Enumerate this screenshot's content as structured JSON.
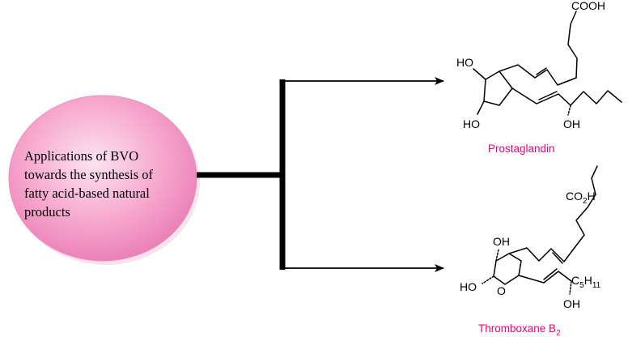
{
  "ellipse_text": {
    "line1": "Applications of BVO",
    "line2": "towards the synthesis of",
    "line3": "fatty acid-based natural",
    "line4": "products"
  },
  "molecule_top": {
    "name": "Prostaglandin",
    "label_cooh": "COOH",
    "label_ho_top": "HO",
    "label_ho_bottom": "HO",
    "label_oh": "OH"
  },
  "molecule_bottom": {
    "name": "Thromboxane B",
    "name_sub": "2",
    "label_co2h": "CO",
    "label_co2h_sub": "2",
    "label_co2h_tail": "H",
    "label_oh_top": "OH",
    "label_ho": "HO",
    "label_o": "O",
    "label_c5": "C",
    "label_c5_sub": "5",
    "label_c5_mid": "H",
    "label_c5_sub2": "11",
    "label_oh_bottom": "OH"
  },
  "colors": {
    "ellipse_fill": "#f7a8cf",
    "name_label": "#e6007e"
  }
}
